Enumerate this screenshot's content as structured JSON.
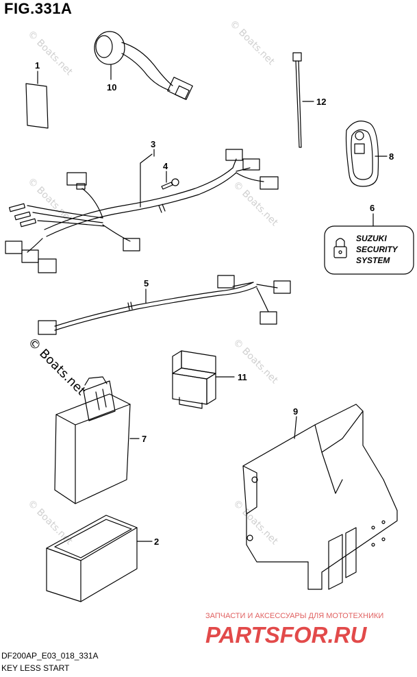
{
  "figure": {
    "title": "FIG.331A",
    "code": "DF200AP_E03_018_331A",
    "caption": "KEY LESS START"
  },
  "parts": [
    {
      "id": "1",
      "label": "1"
    },
    {
      "id": "2",
      "label": "2"
    },
    {
      "id": "3",
      "label": "3"
    },
    {
      "id": "4",
      "label": "4"
    },
    {
      "id": "5",
      "label": "5"
    },
    {
      "id": "6",
      "label": "6"
    },
    {
      "id": "7",
      "label": "7"
    },
    {
      "id": "8",
      "label": "8"
    },
    {
      "id": "9",
      "label": "9"
    },
    {
      "id": "10",
      "label": "10"
    },
    {
      "id": "11",
      "label": "11"
    },
    {
      "id": "12",
      "label": "12"
    }
  ],
  "security_sticker": {
    "line1": "SUZUKI",
    "line2": "SECURITY",
    "line3": "SYSTEM"
  },
  "watermark": {
    "text": "© Boats.net",
    "large_text": "© Boats.net"
  },
  "promo": {
    "text": "ЗАПЧАСТИ И АКСЕССУАРЫ ДЛЯ МОТОТЕХНИКИ",
    "brand": "PARTSFOR.RU"
  },
  "colors": {
    "line": "#000000",
    "watermark": "#d0d0d0",
    "brand": "#e24a4a"
  }
}
